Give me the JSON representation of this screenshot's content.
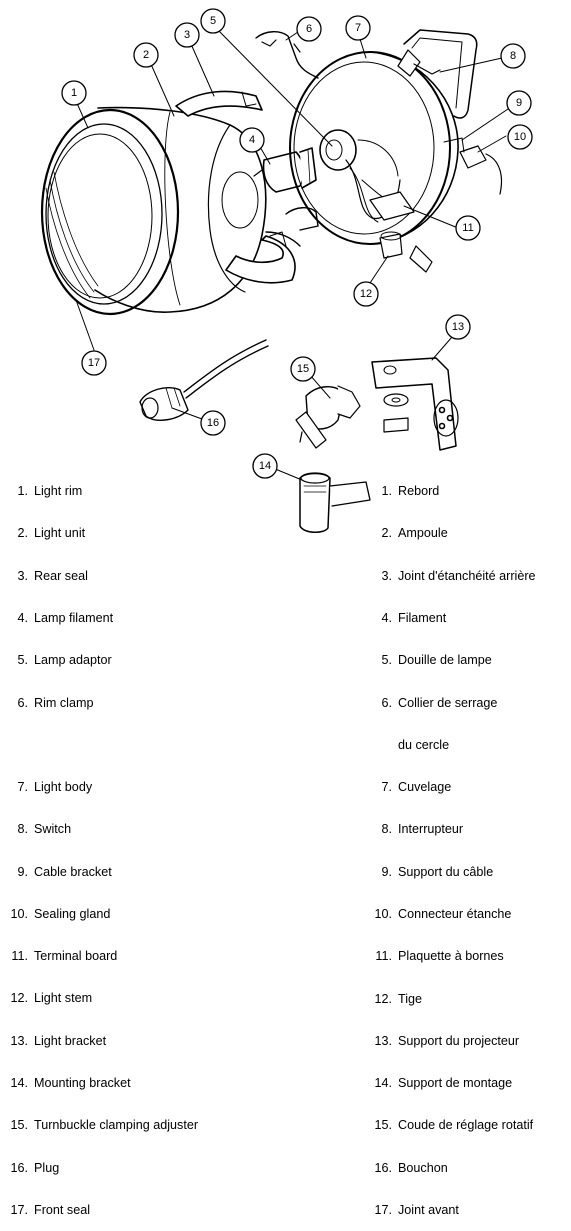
{
  "diagram": {
    "callouts": [
      "1",
      "2",
      "3",
      "4",
      "5",
      "6",
      "7",
      "8",
      "9",
      "10",
      "11",
      "12",
      "13",
      "14",
      "15",
      "16",
      "17"
    ]
  },
  "legend_en": [
    {
      "num": "1.",
      "label": "Light rim"
    },
    {
      "num": "2.",
      "label": "Light unit"
    },
    {
      "num": "3.",
      "label": "Rear seal"
    },
    {
      "num": "4.",
      "label": "Lamp filament"
    },
    {
      "num": "5.",
      "label": "Lamp adaptor"
    },
    {
      "num": "6.",
      "label": "Rim clamp"
    },
    {
      "num": "7.",
      "label": "Light body"
    },
    {
      "num": "8.",
      "label": "Switch"
    },
    {
      "num": "9.",
      "label": "Cable bracket"
    },
    {
      "num": "10.",
      "label": "Sealing gland"
    },
    {
      "num": "11.",
      "label": "Terminal board"
    },
    {
      "num": "12.",
      "label": "Light stem"
    },
    {
      "num": "13.",
      "label": "Light bracket"
    },
    {
      "num": "14.",
      "label": "Mounting bracket"
    },
    {
      "num": "15.",
      "label": "Turnbuckle clamping adjuster"
    },
    {
      "num": "16.",
      "label": "Plug"
    },
    {
      "num": "17.",
      "label": "Front seal"
    }
  ],
  "legend_fr": [
    {
      "num": "1.",
      "label": "Rebord"
    },
    {
      "num": "2.",
      "label": "Ampoule"
    },
    {
      "num": "3.",
      "label": "Joint d'étanchéité arrière"
    },
    {
      "num": "4.",
      "label": "Filament"
    },
    {
      "num": "5.",
      "label": "Douille de lampe"
    },
    {
      "num": "6.",
      "label": "Collier de serrage"
    },
    {
      "num": "",
      "label": "du cercle"
    },
    {
      "num": "7.",
      "label": "Cuvelage"
    },
    {
      "num": "8.",
      "label": "Interrupteur"
    },
    {
      "num": "9.",
      "label": "Support du câble"
    },
    {
      "num": "10.",
      "label": "Connecteur étanche"
    },
    {
      "num": "11.",
      "label": "Plaquette à bornes"
    },
    {
      "num": "12.",
      "label": "Tige"
    },
    {
      "num": "13.",
      "label": "Support du projecteur"
    },
    {
      "num": "14.",
      "label": "Support de montage"
    },
    {
      "num": "15.",
      "label": "Coude de réglage rotatif"
    },
    {
      "num": "16.",
      "label": "Bouchon"
    },
    {
      "num": "17.",
      "label": "Joint avant"
    }
  ]
}
